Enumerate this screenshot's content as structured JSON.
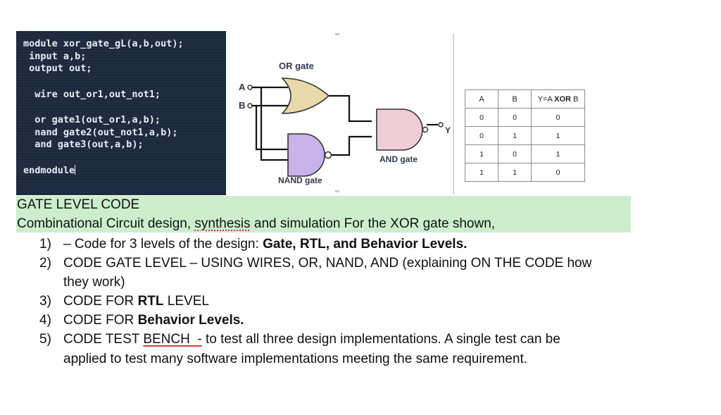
{
  "code": {
    "line1": "module xor_gate_gL(a,b,out);",
    "line2": " input a,b;",
    "line3": " output out;",
    "line4": "  wire out_or1,out_not1;",
    "line5": "  or gate1(out_or1,a,b);",
    "line6": "  nand gate2(out_not1,a,b);",
    "line7": "  and gate3(out,a,b);",
    "line8": "endmodule"
  },
  "diagram": {
    "input_a": "A",
    "input_b": "B",
    "or_label": "OR gate",
    "nand_label": "NAND gate",
    "and_label": "AND gate",
    "output_y": "Y",
    "colors": {
      "or_fill": "#e8d9ab",
      "nand_fill": "#c7b2ea",
      "and_fill": "#efcdd6"
    }
  },
  "truth_table": {
    "headers": {
      "a": "A",
      "b": "B",
      "y_pre": "Y=A ",
      "y_bold": "XOR",
      "y_post": " B"
    },
    "rows": [
      {
        "a": "0",
        "b": "0",
        "y": "0"
      },
      {
        "a": "0",
        "b": "1",
        "y": "1"
      },
      {
        "a": "1",
        "b": "0",
        "y": "1"
      },
      {
        "a": "1",
        "b": "1",
        "y": "0"
      }
    ]
  },
  "banner": {
    "title": "GATE LEVEL CODE",
    "line2_pre": "Combinational Circuit design, ",
    "line2_word": "synthesis",
    "line2_post": " and simulation For the XOR gate shown,",
    "color": "#cdeecd"
  },
  "list": [
    {
      "num": "1)",
      "line1_pre": "– Code for 3 levels of the design: ",
      "line1_bold": "Gate, RTL, and Behavior Levels."
    },
    {
      "num": "2)",
      "line1": "CODE GATE LEVEL – USING WIRES, OR, NAND, AND (explaining ON THE CODE how",
      "line2": "they work)"
    },
    {
      "num": "3)",
      "line1_pre": "CODE FOR ",
      "line1_bold": "RTL",
      "line1_post": " LEVEL"
    },
    {
      "num": "4)",
      "line1_pre": "CODE FOR ",
      "line1_bold": "Behavior Levels."
    },
    {
      "num": "5)",
      "line1_pre": "CODE TEST ",
      "line1_word": "BENCH  -",
      "line1_post": " to test all three design implementations. A single test can be",
      "line2": "applied to test many software implementations meeting the same requirement."
    }
  ]
}
